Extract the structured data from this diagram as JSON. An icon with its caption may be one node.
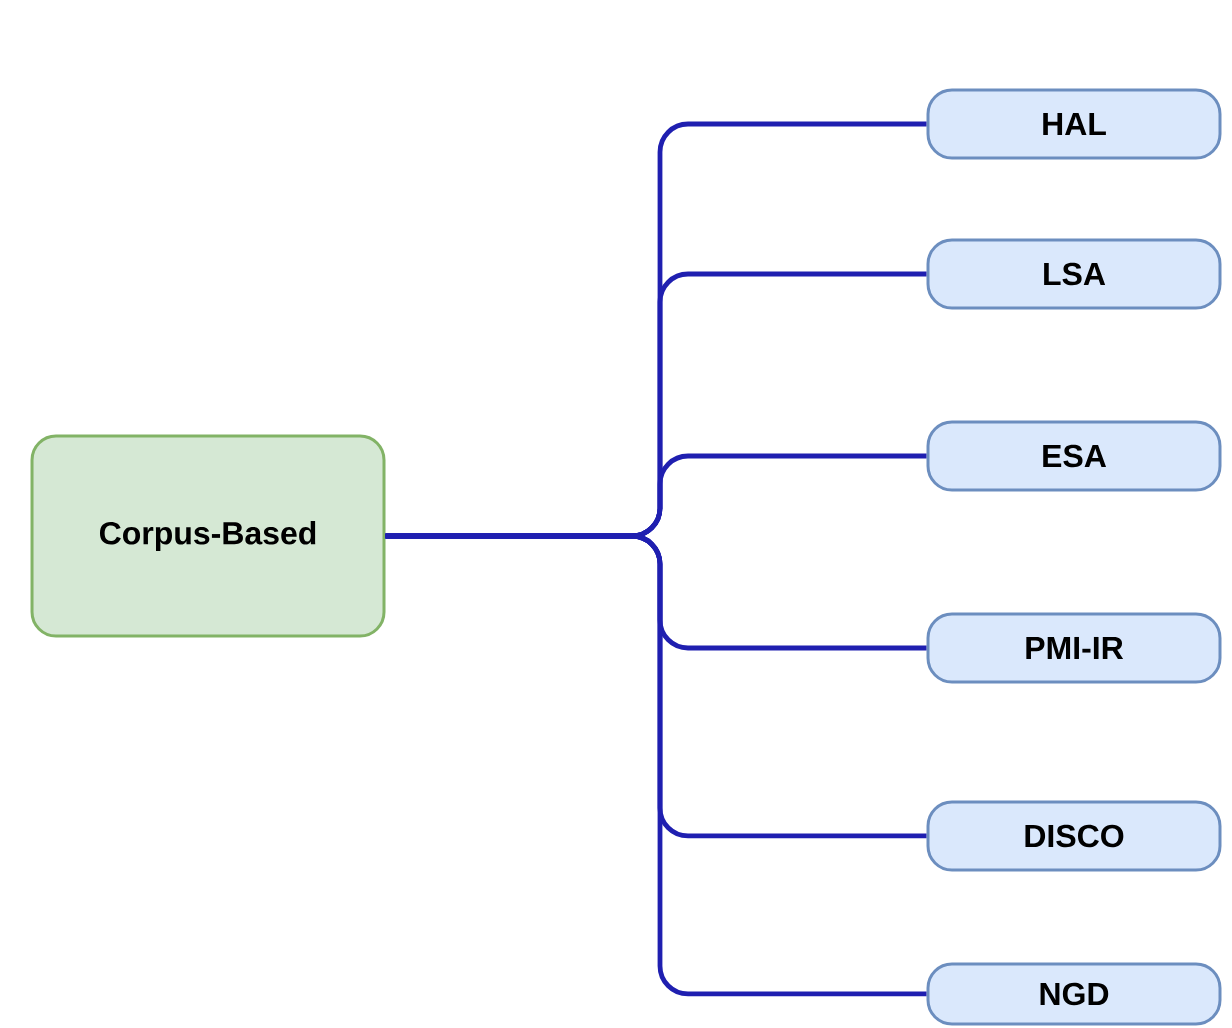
{
  "diagram": {
    "nodes": [
      {
        "text": [
          "Corpus-Based"
        ]
      },
      {
        "text": [
          "HAL"
        ]
      },
      {
        "text": [
          "LSA"
        ]
      },
      {
        "text": [
          "ESA"
        ]
      },
      {
        "text": [
          "PMI-IR"
        ]
      },
      {
        "text": [
          "DISCO"
        ]
      },
      {
        "text": [
          "NGD"
        ]
      }
    ],
    "edges": [
      {
        "from": 0,
        "to": 1,
        "arrow": "none"
      },
      {
        "from": 0,
        "to": 2,
        "arrow": "none"
      },
      {
        "from": 0,
        "to": 3,
        "arrow": "none"
      },
      {
        "from": 0,
        "to": 4,
        "arrow": "none"
      },
      {
        "from": 0,
        "to": 5,
        "arrow": "none"
      },
      {
        "from": 0,
        "to": 6,
        "arrow": "none"
      }
    ]
  }
}
